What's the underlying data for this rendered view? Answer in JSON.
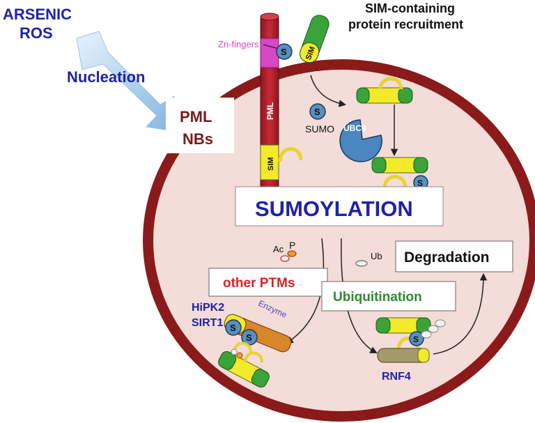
{
  "labels": {
    "arsenic": "ARSENIC",
    "ros": "ROS",
    "nucleation": "Nucleation",
    "pml_nbs_line1": "PML",
    "pml_nbs_line2": "NBs",
    "sim_recruitment_line1": "SIM-containing",
    "sim_recruitment_line2": "protein recruitment",
    "zn_fingers": "Zn-fingers",
    "pml_protein": "PML",
    "sim": "SIM",
    "sumo_symbol": "S",
    "sumo": "SUMO",
    "ubc9": "UBC9",
    "sumoylation": "SUMOYLATION",
    "ac": "Ac",
    "p": "P",
    "ub": "Ub",
    "degradation": "Degradation",
    "other_ptms": "other PTMs",
    "ubiquitination": "Ubiquitination",
    "hipk2": "HiPK2",
    "sirt1": "SIRT1",
    "enzyme": "Enzyme",
    "rnf4": "RNF4"
  },
  "colors": {
    "ring": "#8b1a1a",
    "nucleoplasm": "#f4dcd8",
    "blue_text": "#1f22a8",
    "maroon_text": "#7a1a1a",
    "red_text": "#e02020",
    "green_text": "#2e8b2e",
    "pml_rod": "#b21e2a",
    "zn_fingers": "#d946c6",
    "sim_yellow": "#f2ea2a",
    "sim_green": "#3aa33a",
    "sumo_blue": "#5b8fbf",
    "ubc9_blue": "#4a86c0",
    "enzyme_orange": "#d8862a",
    "rnf4_khaki": "#a49a6a",
    "arrow_blue": "#9cc4e8"
  }
}
